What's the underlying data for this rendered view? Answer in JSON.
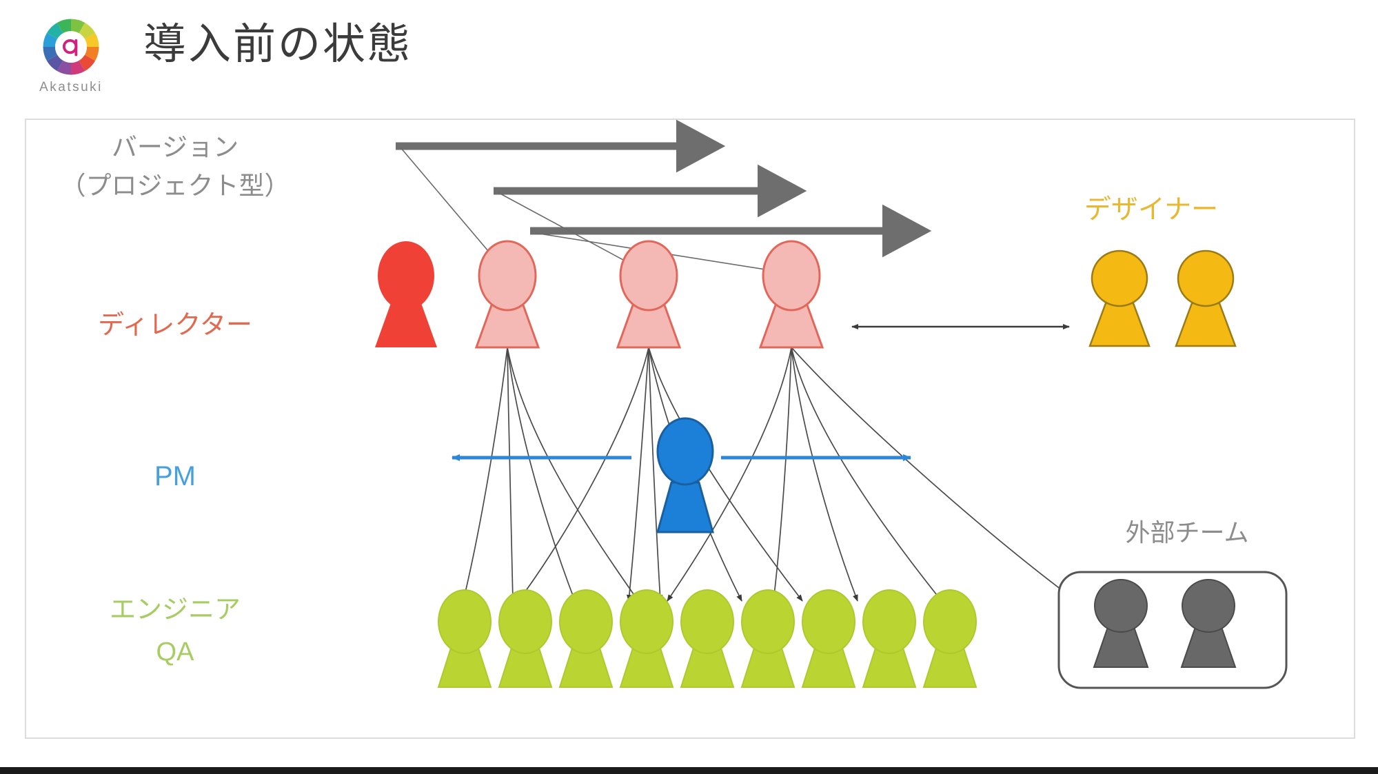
{
  "header": {
    "logo_name": "akatsuki-logo",
    "logo_text": "Akatsuki",
    "title": "導入前の状態"
  },
  "diagram": {
    "row_labels": {
      "version": {
        "line1": "バージョン",
        "line2": "（プロジェクト型）",
        "color": "#8c8c8c"
      },
      "director": {
        "text": "ディレクター",
        "color": "#e2694f"
      },
      "pm": {
        "text": "PM",
        "color": "#47a0de"
      },
      "engineer": {
        "line1": "エンジニア",
        "line2": "QA",
        "color": "#a7cc62"
      }
    },
    "side_labels": {
      "designer": {
        "text": "デザイナー",
        "color": "#e8b832"
      },
      "external_team": {
        "text": "外部チーム",
        "color": "#8c8c8c"
      }
    },
    "colors": {
      "director_solid": "#ef4136",
      "director_light_fill": "#f4b9b4",
      "director_light_stroke": "#e2675a",
      "designer_fill": "#f5b914",
      "designer_stroke": "#9c7b13",
      "pm_fill": "#1c80d8",
      "pm_stroke": "#1a5fa0",
      "engineer_fill": "#bad532",
      "engineer_stroke": "#a6c02c",
      "external_fill": "#686868",
      "external_stroke": "#4a4a4a",
      "version_arrow": "#6e6e6e",
      "thin_line": "#555555",
      "pm_arrow": "#2e86d8",
      "box_stroke": "#555555",
      "frame_border": "#dcdcdc"
    },
    "counts": {
      "version_arrows": 3,
      "directors": 4,
      "designers": 2,
      "pm": 1,
      "engineers": 9,
      "external_members": 2
    },
    "connections": {
      "director_designer_arrow": "double-headed",
      "pm_left_arrow": "points-left",
      "pm_right_arrow": "points-right",
      "director_to_external_team": "single-arrow"
    }
  }
}
